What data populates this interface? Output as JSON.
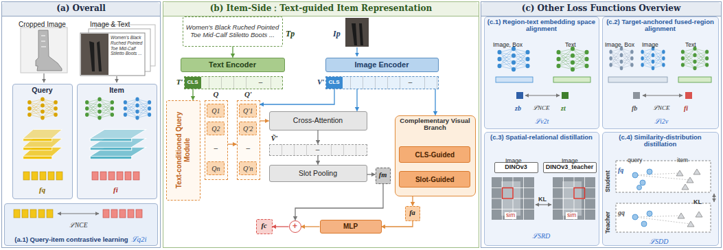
{
  "diagram": {
    "nodes": [
      {
        "text": [
          "(a) Overall"
        ]
      },
      {
        "text": [
          "Query"
        ],
        "in": 0
      },
      {
        "text": [
          "Item"
        ],
        "in": 0
      },
      {
        "text": [
          "(a.1) Query-item contrastive learning",
          "ℒq2i"
        ],
        "in": 0
      },
      {
        "text": [
          "(b) Item-Side：Text-guided Item Representation"
        ]
      },
      {
        "text": [
          "Women's Black Ruched Pointed Toe Mid-Calf Stiletto Boots ..."
        ],
        "in": 4
      },
      {
        "text": [
          "Text Encoder"
        ],
        "in": 4
      },
      {
        "text": [
          "Image Encoder"
        ],
        "in": 4
      },
      {
        "text": [
          "T′"
        ],
        "in": 4
      },
      {
        "text": [
          "CLS"
        ],
        "in": 8
      },
      {
        "text": [
          "–"
        ],
        "in": 8
      },
      {
        "text": [
          "V′"
        ],
        "in": 4
      },
      {
        "text": [
          "CLS"
        ],
        "in": 11
      },
      {
        "text": [
          "–"
        ],
        "in": 11
      },
      {
        "text": [
          "Text-conditioned Query Module"
        ],
        "in": 4
      },
      {
        "text": [
          "Q"
        ],
        "in": 4
      },
      {
        "text": [
          "Q1"
        ],
        "in": 15
      },
      {
        "text": [
          "Q2"
        ],
        "in": 15
      },
      {
        "text": [
          "–"
        ],
        "in": 15
      },
      {
        "text": [
          "Qn"
        ],
        "in": 15
      },
      {
        "text": [
          "Q′"
        ],
        "in": 4
      },
      {
        "text": [
          "Q′1"
        ],
        "in": 20
      },
      {
        "text": [
          "Q′2"
        ],
        "in": 20
      },
      {
        "text": [
          "–"
        ],
        "in": 20
      },
      {
        "text": [
          "Q′n"
        ],
        "in": 20
      },
      {
        "text": [
          "Cross-Attention"
        ],
        "in": 4
      },
      {
        "text": [
          "Ṽ′"
        ],
        "in": 4
      },
      {
        "text": [
          "–"
        ],
        "in": 26
      },
      {
        "text": [
          "Slot Pooling"
        ],
        "in": 4
      },
      {
        "text": [
          "Complementary Visual Branch"
        ],
        "in": 4
      },
      {
        "text": [
          "CLS-Guided"
        ],
        "in": 29
      },
      {
        "text": [
          "Slot-Guided"
        ],
        "in": 29
      },
      {
        "text": [
          "fm"
        ],
        "in": 4
      },
      {
        "text": [
          "fa"
        ],
        "in": 4
      },
      {
        "text": [
          "fc"
        ],
        "in": 4
      },
      {
        "text": [
          "+"
        ],
        "in": 4
      },
      {
        "text": [
          "MLP"
        ],
        "in": 4
      },
      {
        "text": [
          "(c) Other Loss Functions Overview"
        ]
      },
      {
        "text": [
          "(c.1) Region-text embedding space alignment"
        ],
        "in": 37
      },
      {
        "text": [
          "(c.2) Target-anchored fused-region alignment"
        ],
        "in": 37
      },
      {
        "text": [
          "(c.3) Spatial-relational distillation"
        ],
        "in": 37
      },
      {
        "text": [
          "DINOv3"
        ],
        "in": 40
      },
      {
        "text": [
          "DINOv3_teacher"
        ],
        "in": 40
      },
      {
        "text": [
          "(c.4) Similarity-distribution distillation"
        ],
        "in": 37
      }
    ],
    "edges": [
      {
        "from": 5,
        "to": 6,
        "arrow": "to"
      },
      {
        "from": 9,
        "to": 14,
        "arrow": "to"
      },
      {
        "from": 12,
        "to": 20,
        "arrow": "to"
      },
      {
        "from": 15,
        "to": 20,
        "arrow": "to"
      },
      {
        "from": 20,
        "to": 25,
        "arrow": "to"
      },
      {
        "from": 11,
        "to": 25,
        "arrow": "to"
      },
      {
        "from": 25,
        "to": 26,
        "arrow": "to"
      },
      {
        "from": 26,
        "to": 28,
        "arrow": "to"
      },
      {
        "from": 28,
        "to": 32,
        "arrow": "to"
      },
      {
        "from": 11,
        "to": 29,
        "arrow": "to"
      },
      {
        "from": 29,
        "to": 33,
        "arrow": "to"
      },
      {
        "from": 33,
        "to": 36,
        "arrow": "to"
      },
      {
        "from": 36,
        "to": 35,
        "arrow": "to"
      },
      {
        "from": 32,
        "to": 35,
        "arrow": "to"
      },
      {
        "from": 35,
        "to": 34,
        "arrow": "to"
      }
    ],
    "labels": [
      "Cropped Image",
      "Image & Text",
      "Women's Black Ruched Pointed Toe Mid-Calf Stiletto Boots ...",
      "fq",
      "fi",
      "ℒNCE",
      "Tp",
      "Ip",
      "Image, Box",
      "Text",
      "zb",
      "zt",
      "ℒNCE",
      "ℒv2t",
      "Image, Box",
      "Image",
      "Text",
      "fb",
      "fi",
      "ℒNCE",
      "ℒi2v",
      "Image",
      "Image",
      "sim",
      "KL",
      "sim",
      "ℒSRD",
      "Student",
      "Teacher",
      "query",
      "item",
      "fq",
      "gq",
      "KL",
      "ℒSDD"
    ]
  }
}
